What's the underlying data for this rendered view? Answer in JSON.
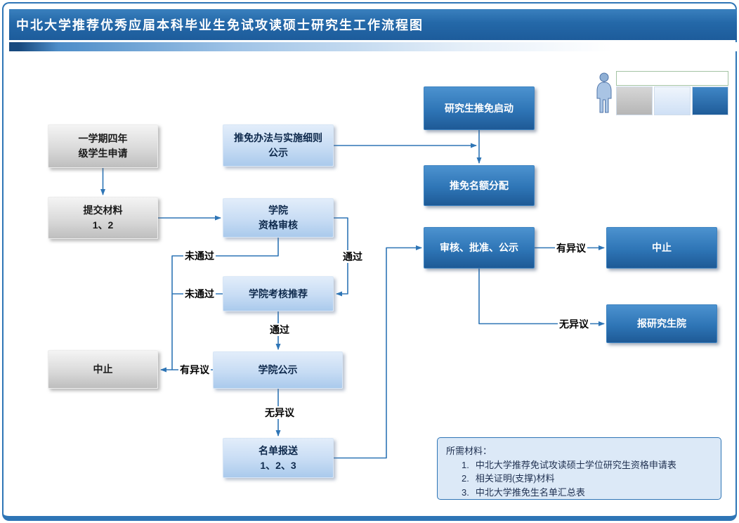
{
  "header": {
    "title": "中北大学推荐优秀应届本科毕业生免试攻读硕士研究生工作流程图"
  },
  "nodes": {
    "student_apply": {
      "line1": "一学期四年",
      "line2": "级学生申请",
      "type": "gray"
    },
    "submit_materials": {
      "line1": "提交材料",
      "line2": "1、2",
      "type": "gray"
    },
    "rules_publicity": {
      "line1": "推免办法与实施细则",
      "line2": "公示",
      "type": "light-blue"
    },
    "grad_launch": {
      "label": "研究生推免启动",
      "type": "dark-blue"
    },
    "quota_allocation": {
      "label": "推免名额分配",
      "type": "dark-blue"
    },
    "qualification_review": {
      "line1": "学院",
      "line2": "资格审核",
      "type": "light-blue"
    },
    "college_assessment": {
      "label": "学院考核推荐",
      "type": "light-blue"
    },
    "college_publicity": {
      "label": "学院公示",
      "type": "light-blue"
    },
    "terminate_left": {
      "label": "中止",
      "type": "gray"
    },
    "list_submission": {
      "line1": "名单报送",
      "line2": "1、2、3",
      "type": "light-blue"
    },
    "review_approval_publicity": {
      "label": "审核、批准、公示",
      "type": "dark-blue"
    },
    "terminate_right": {
      "label": "中止",
      "type": "dark-blue"
    },
    "report_grad_school": {
      "label": "报研究生院",
      "type": "dark-blue"
    }
  },
  "edge_labels": {
    "review_pass": "通过",
    "review_fail": "未通过",
    "assessment_fail": "未通过",
    "assessment_pass": "通过",
    "publicity_objection": "有异议",
    "publicity_no_objection": "无异议",
    "approval_objection": "有异议",
    "approval_no_objection": "无异议"
  },
  "notes": {
    "title": "所需材料：",
    "items": [
      {
        "num": "1.",
        "text": "中北大学推荐免试攻读硕士学位研究生资格申请表"
      },
      {
        "num": "2.",
        "text": "相关证明(支撑)材料"
      },
      {
        "num": "3.",
        "text": "中北大学推免生名单汇总表"
      }
    ]
  },
  "legend": {
    "node_colors": {
      "gray": "#C8C8C8",
      "light_blue": "#C7DCF4",
      "dark_blue": "#2E75B6"
    }
  },
  "colors": {
    "header_bg": "#1F5C99",
    "frame_border": "#2E75B6",
    "arrow": "#2E75B6",
    "gray_node": "#D0D0D0",
    "light_blue_node": "#C7DCF4",
    "dark_blue_node": "#2E75B6",
    "notes_bg": "#DCE9F7"
  }
}
